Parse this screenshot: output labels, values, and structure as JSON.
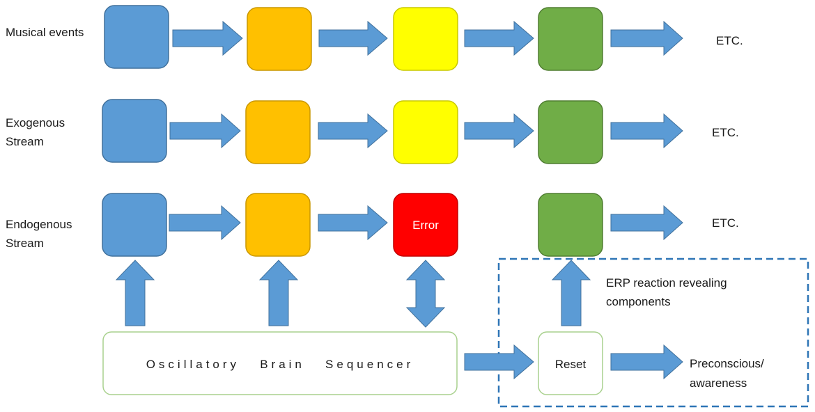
{
  "rows": [
    {
      "label": "Musical events",
      "colors": [
        "#5b9bd5",
        "#ffc000",
        "#ffff00",
        "#70ad47"
      ],
      "end": "ETC."
    },
    {
      "label": "Exogenous Stream",
      "colors": [
        "#5b9bd5",
        "#ffc000",
        "#ffff00",
        "#70ad47"
      ],
      "end": "ETC."
    },
    {
      "label": "Endogenous Stream",
      "colors": [
        "#5b9bd5",
        "#ffc000",
        "#ff0000",
        "#70ad47"
      ],
      "end": "ETC.",
      "error_text": "Error"
    }
  ],
  "sequencer": {
    "label": "Oscillatory   Brain   Sequencer"
  },
  "reset": {
    "label": "Reset"
  },
  "erp_text": "ERP reaction revealing components",
  "preconscious_text": "Preconscious/ awareness",
  "colors": {
    "arrow": "#5b9bd5",
    "arrow_stroke": "#41719c",
    "outline_box": "#a9d18e",
    "dashed": "#2e75b6",
    "text": "#1a1a1a"
  }
}
